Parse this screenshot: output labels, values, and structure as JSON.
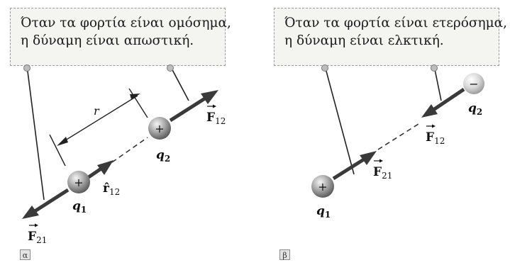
{
  "panel_a": {
    "callout_line1": "Όταν τα φορτία είναι ομόσημα,",
    "callout_line2": "η δύναμη είναι απωστική.",
    "charge1_sign": "+",
    "charge2_sign": "+",
    "q1_label": "q",
    "q1_sub": "1",
    "q2_label": "q",
    "q2_sub": "2",
    "r_label": "r",
    "unit_vector_label": "r̂",
    "unit_vector_sub": "12",
    "f12_label": "F",
    "f12_sub": "12",
    "f21_label": "F",
    "f21_sub": "21",
    "panel_tag": "α"
  },
  "panel_b": {
    "callout_line1": "Όταν τα φορτία είναι ετερόσημα,",
    "callout_line2": "η δύναμη είναι ελκτική.",
    "charge1_sign": "+",
    "charge2_sign": "−",
    "q1_label": "q",
    "q1_sub": "1",
    "q2_label": "q",
    "q2_sub": "2",
    "f12_label": "F",
    "f12_sub": "12",
    "f21_label": "F",
    "f21_sub": "21",
    "panel_tag": "β"
  },
  "colors": {
    "force_arrow": "#3a3a3a",
    "charge_sphere": "#8f8f8f",
    "callout_fill": "#f4f4f0"
  }
}
